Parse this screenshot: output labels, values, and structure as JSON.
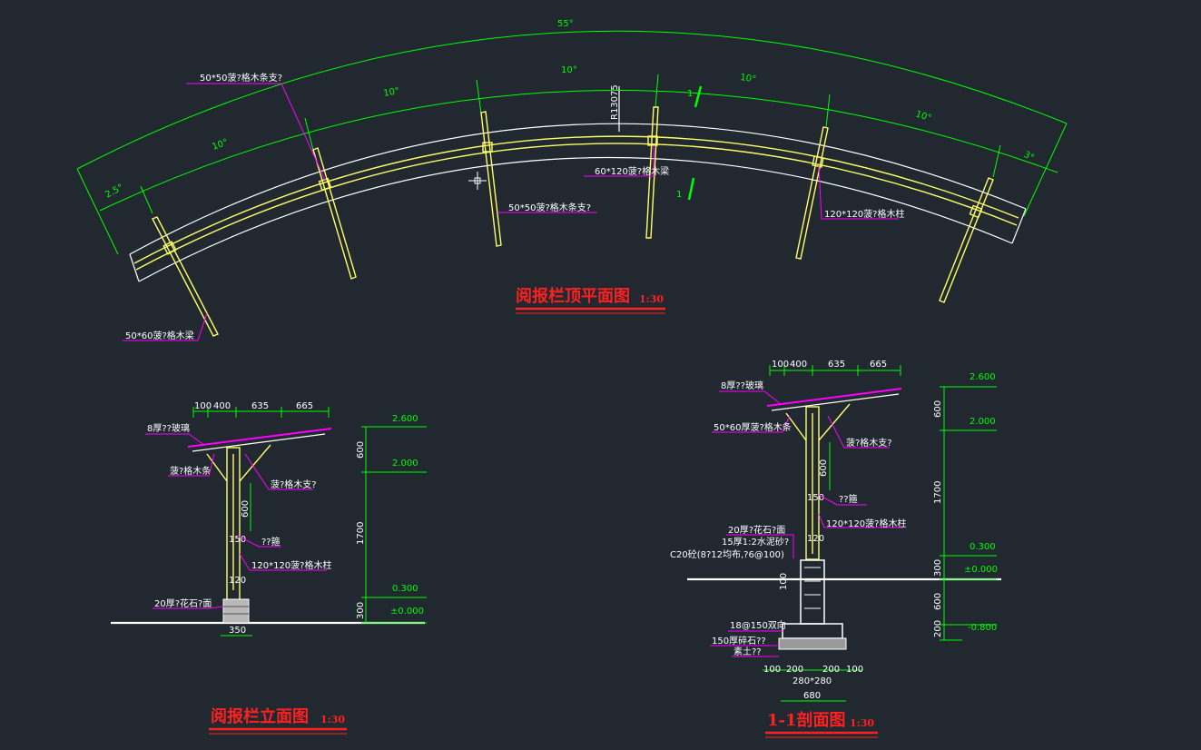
{
  "plan": {
    "title": "阅报栏顶平面图",
    "scale": "1:30",
    "arc_total": "55°",
    "arc_segs": [
      "2.5°",
      "10°",
      "10°",
      "10°",
      "10°",
      "10°",
      "3°"
    ],
    "radius": "R13075",
    "labels": {
      "strut_top": "50*50菠?格木条支?",
      "strut_mid": "50*50菠?格木条支?",
      "beam": "60*120菠?格木梁",
      "post": "120*120菠?格木柱",
      "rib": "50*60菠?格木梁"
    },
    "marker": "1"
  },
  "elevation": {
    "title": "阅报栏立面图",
    "scale": "1:30",
    "dims_top": [
      "100",
      "400",
      "635",
      "665"
    ],
    "dims_right": [
      "600",
      "1700",
      "300"
    ],
    "levels": [
      "2.600",
      "2.000",
      "0.300",
      "±0.000"
    ],
    "dim_600": "600",
    "dim_150": "150",
    "dim_120": "120",
    "dim_350": "350",
    "labels": {
      "glass": "8厚??玻璃",
      "rib": "菠?格木条",
      "strut": "菠?格木支?",
      "hoop": "??箍",
      "post": "120*120菠?格木柱",
      "stone": "20厚?花石?面"
    }
  },
  "section": {
    "title": "1-1剖面图",
    "scale": "1:30",
    "dims_top": [
      "100",
      "400",
      "635",
      "665"
    ],
    "dims_right": [
      "600",
      "1700",
      "300",
      "600",
      "200"
    ],
    "levels": [
      "2.600",
      "2.000",
      "0.300",
      "±0.000",
      "-0.800"
    ],
    "dim_600": "600",
    "dim_150": "150",
    "dim_120": "120",
    "dim_100": "100",
    "dims_bottom": [
      "100",
      "200",
      "200",
      "100"
    ],
    "dim_280": "280*280",
    "dim_680": "680",
    "labels": {
      "glass": "8厚??玻璃",
      "rib": "50*60厚菠?格木条",
      "strut": "菠?格木支?",
      "hoop": "??箍",
      "post": "120*120菠?格木柱",
      "stone": "20厚?花石?面",
      "mortar": "15厚1:2水泥砂?",
      "concrete": "C20砼(8?12均布,?6@100)",
      "rebar": "18@150双向",
      "gravel": "150厚碎石??",
      "soil": "素土??"
    }
  }
}
